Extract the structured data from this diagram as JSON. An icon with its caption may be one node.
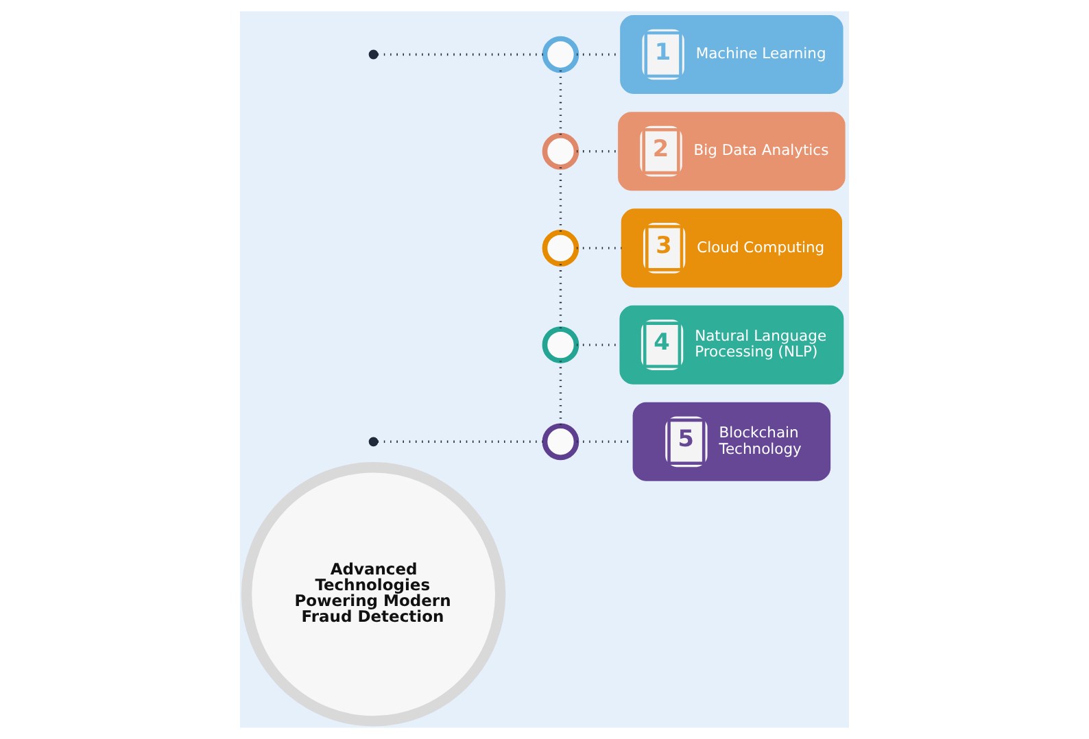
{
  "diagram": {
    "nodes": [
      {
        "text": [
          "Advanced Technologies Powering Modern Fraud Detection"
        ]
      },
      {
        "text": [],
        "shape": "dot"
      },
      {
        "text": [],
        "shape": "circle"
      },
      {
        "text": [
          "1",
          "Machine Learning"
        ]
      },
      {
        "text": [],
        "shape": "circle"
      },
      {
        "text": [
          "2",
          "Big Data Analytics"
        ]
      },
      {
        "text": [],
        "shape": "circle"
      },
      {
        "text": [
          "3",
          "Cloud Computing"
        ]
      },
      {
        "text": [],
        "shape": "circle"
      },
      {
        "text": [
          "4",
          "Natural Language Processing (NLP)"
        ]
      },
      {
        "text": [],
        "shape": "circle"
      },
      {
        "text": [
          "5",
          "Blockchain Technology"
        ]
      },
      {
        "text": [],
        "shape": "dot"
      }
    ],
    "edges": [
      {
        "from": 1,
        "to": 2,
        "arrow": "none"
      },
      {
        "from": 2,
        "to": 3,
        "arrow": "none"
      },
      {
        "from": 2,
        "to": 4,
        "arrow": "none"
      },
      {
        "from": 4,
        "to": 5,
        "arrow": "none"
      },
      {
        "from": 4,
        "to": 6,
        "arrow": "none"
      },
      {
        "from": 6,
        "to": 7,
        "arrow": "none"
      },
      {
        "from": 6,
        "to": 8,
        "arrow": "none"
      },
      {
        "from": 8,
        "to": 9,
        "arrow": "none"
      },
      {
        "from": 8,
        "to": 10,
        "arrow": "none"
      },
      {
        "from": 10,
        "to": 11,
        "arrow": "none"
      },
      {
        "from": 12,
        "to": 10,
        "arrow": "none"
      }
    ]
  }
}
